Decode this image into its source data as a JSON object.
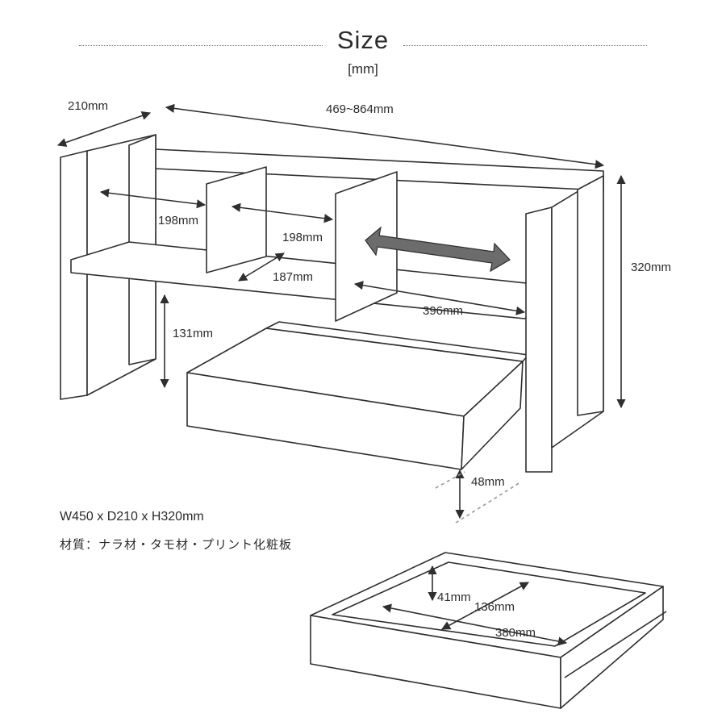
{
  "header": {
    "title": "Size",
    "unit": "[mm]"
  },
  "dimensions": {
    "depth": "210mm",
    "width_range": "469~864mm",
    "height": "320mm",
    "divider_left_gap": "198mm",
    "divider_mid_gap": "198mm",
    "divider_depth": "187mm",
    "right_gap": "396mm",
    "shelf_clearance": "131mm",
    "drawer_height": "48mm"
  },
  "drawer_inner": {
    "depth": "41mm",
    "width": "136mm",
    "length": "380mm"
  },
  "spec": {
    "size": "W450 x D210 x H320mm",
    "material": "材質：ナラ材・タモ材・プリント化粧板"
  },
  "colors": {
    "line": "#2f2f2f",
    "arrow_fill": "#6c6c6c",
    "text": "#2b2b2b"
  }
}
